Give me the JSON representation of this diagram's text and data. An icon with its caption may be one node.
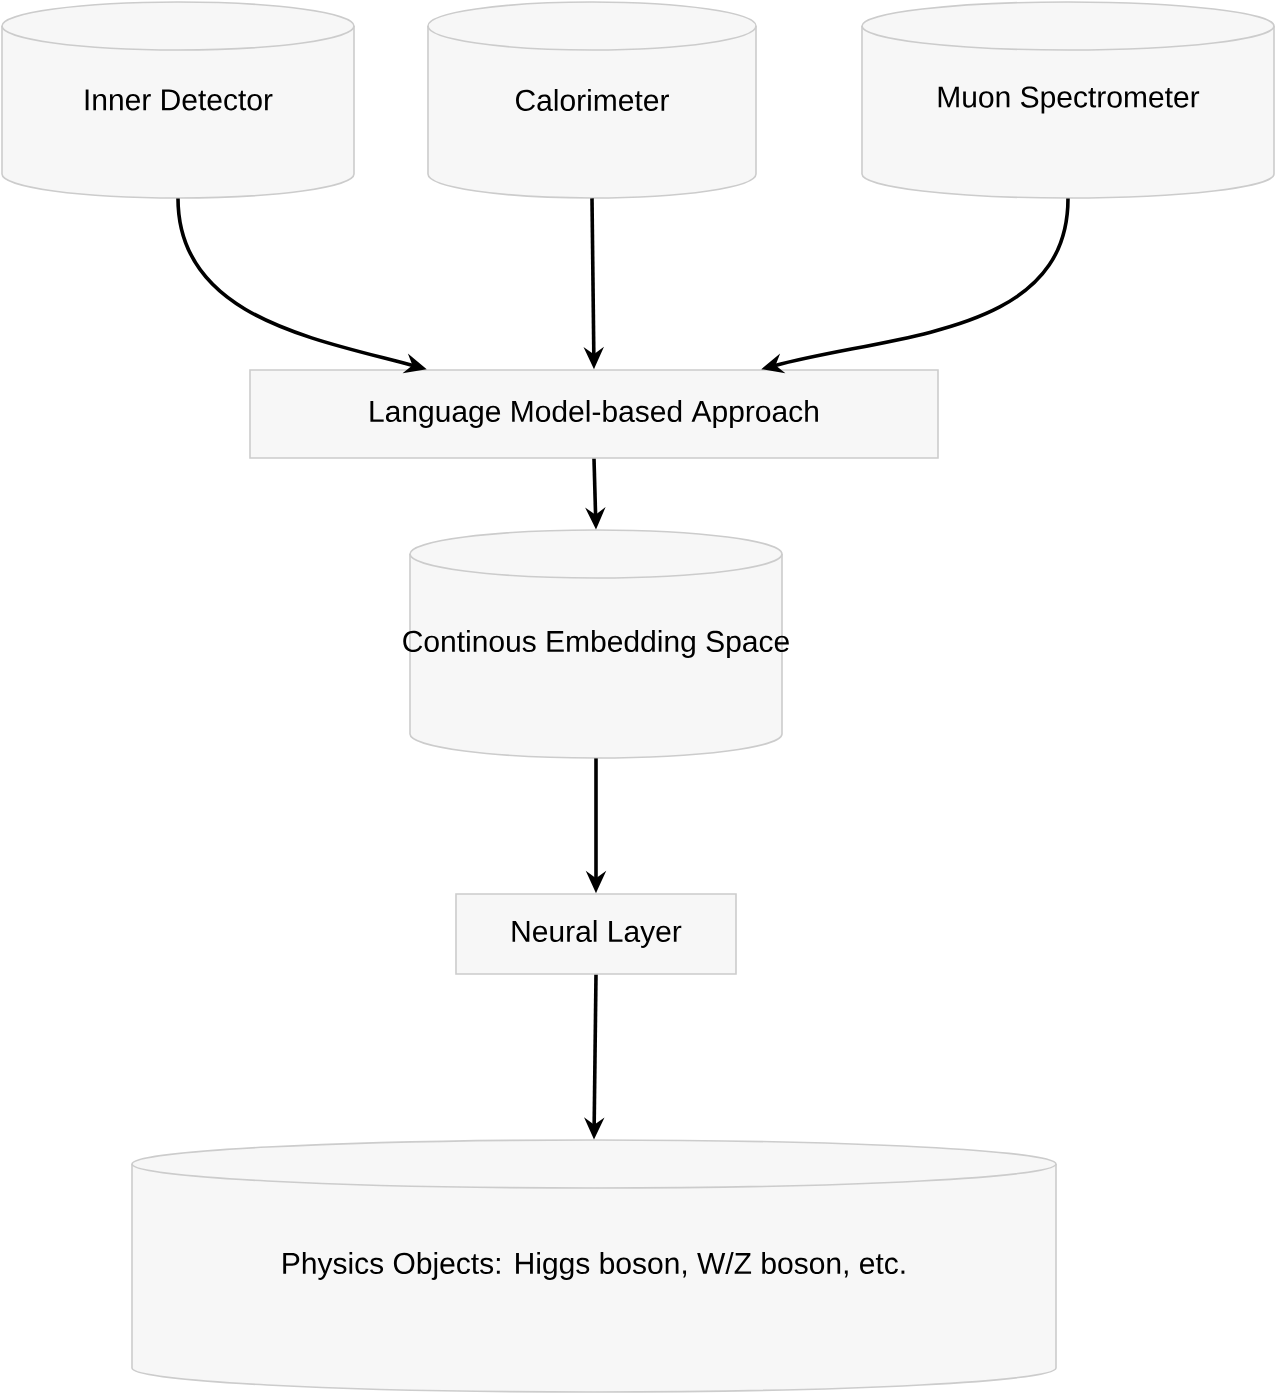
{
  "diagram": {
    "nodes": [
      {
        "text": [
          "Inner Detector"
        ]
      },
      {
        "text": [
          "Calorimeter"
        ]
      },
      {
        "text": [
          "Muon Spectrometer"
        ]
      },
      {
        "text": [
          "Language Model-based Approach"
        ]
      },
      {
        "text": [
          "Continous Embedding Space"
        ]
      },
      {
        "text": [
          "Neural Layer"
        ]
      },
      {
        "text": [
          "Physics Objects: Higgs boson, W/Z boson, etc."
        ]
      }
    ],
    "edges": [
      {
        "from": 0,
        "to": 3,
        "arrow": "to"
      },
      {
        "from": 1,
        "to": 3,
        "arrow": "to"
      },
      {
        "from": 2,
        "to": 3,
        "arrow": "to"
      },
      {
        "from": 3,
        "to": 4,
        "arrow": "to"
      },
      {
        "from": 4,
        "to": 5,
        "arrow": "to"
      },
      {
        "from": 5,
        "to": 6,
        "arrow": "to"
      }
    ]
  }
}
